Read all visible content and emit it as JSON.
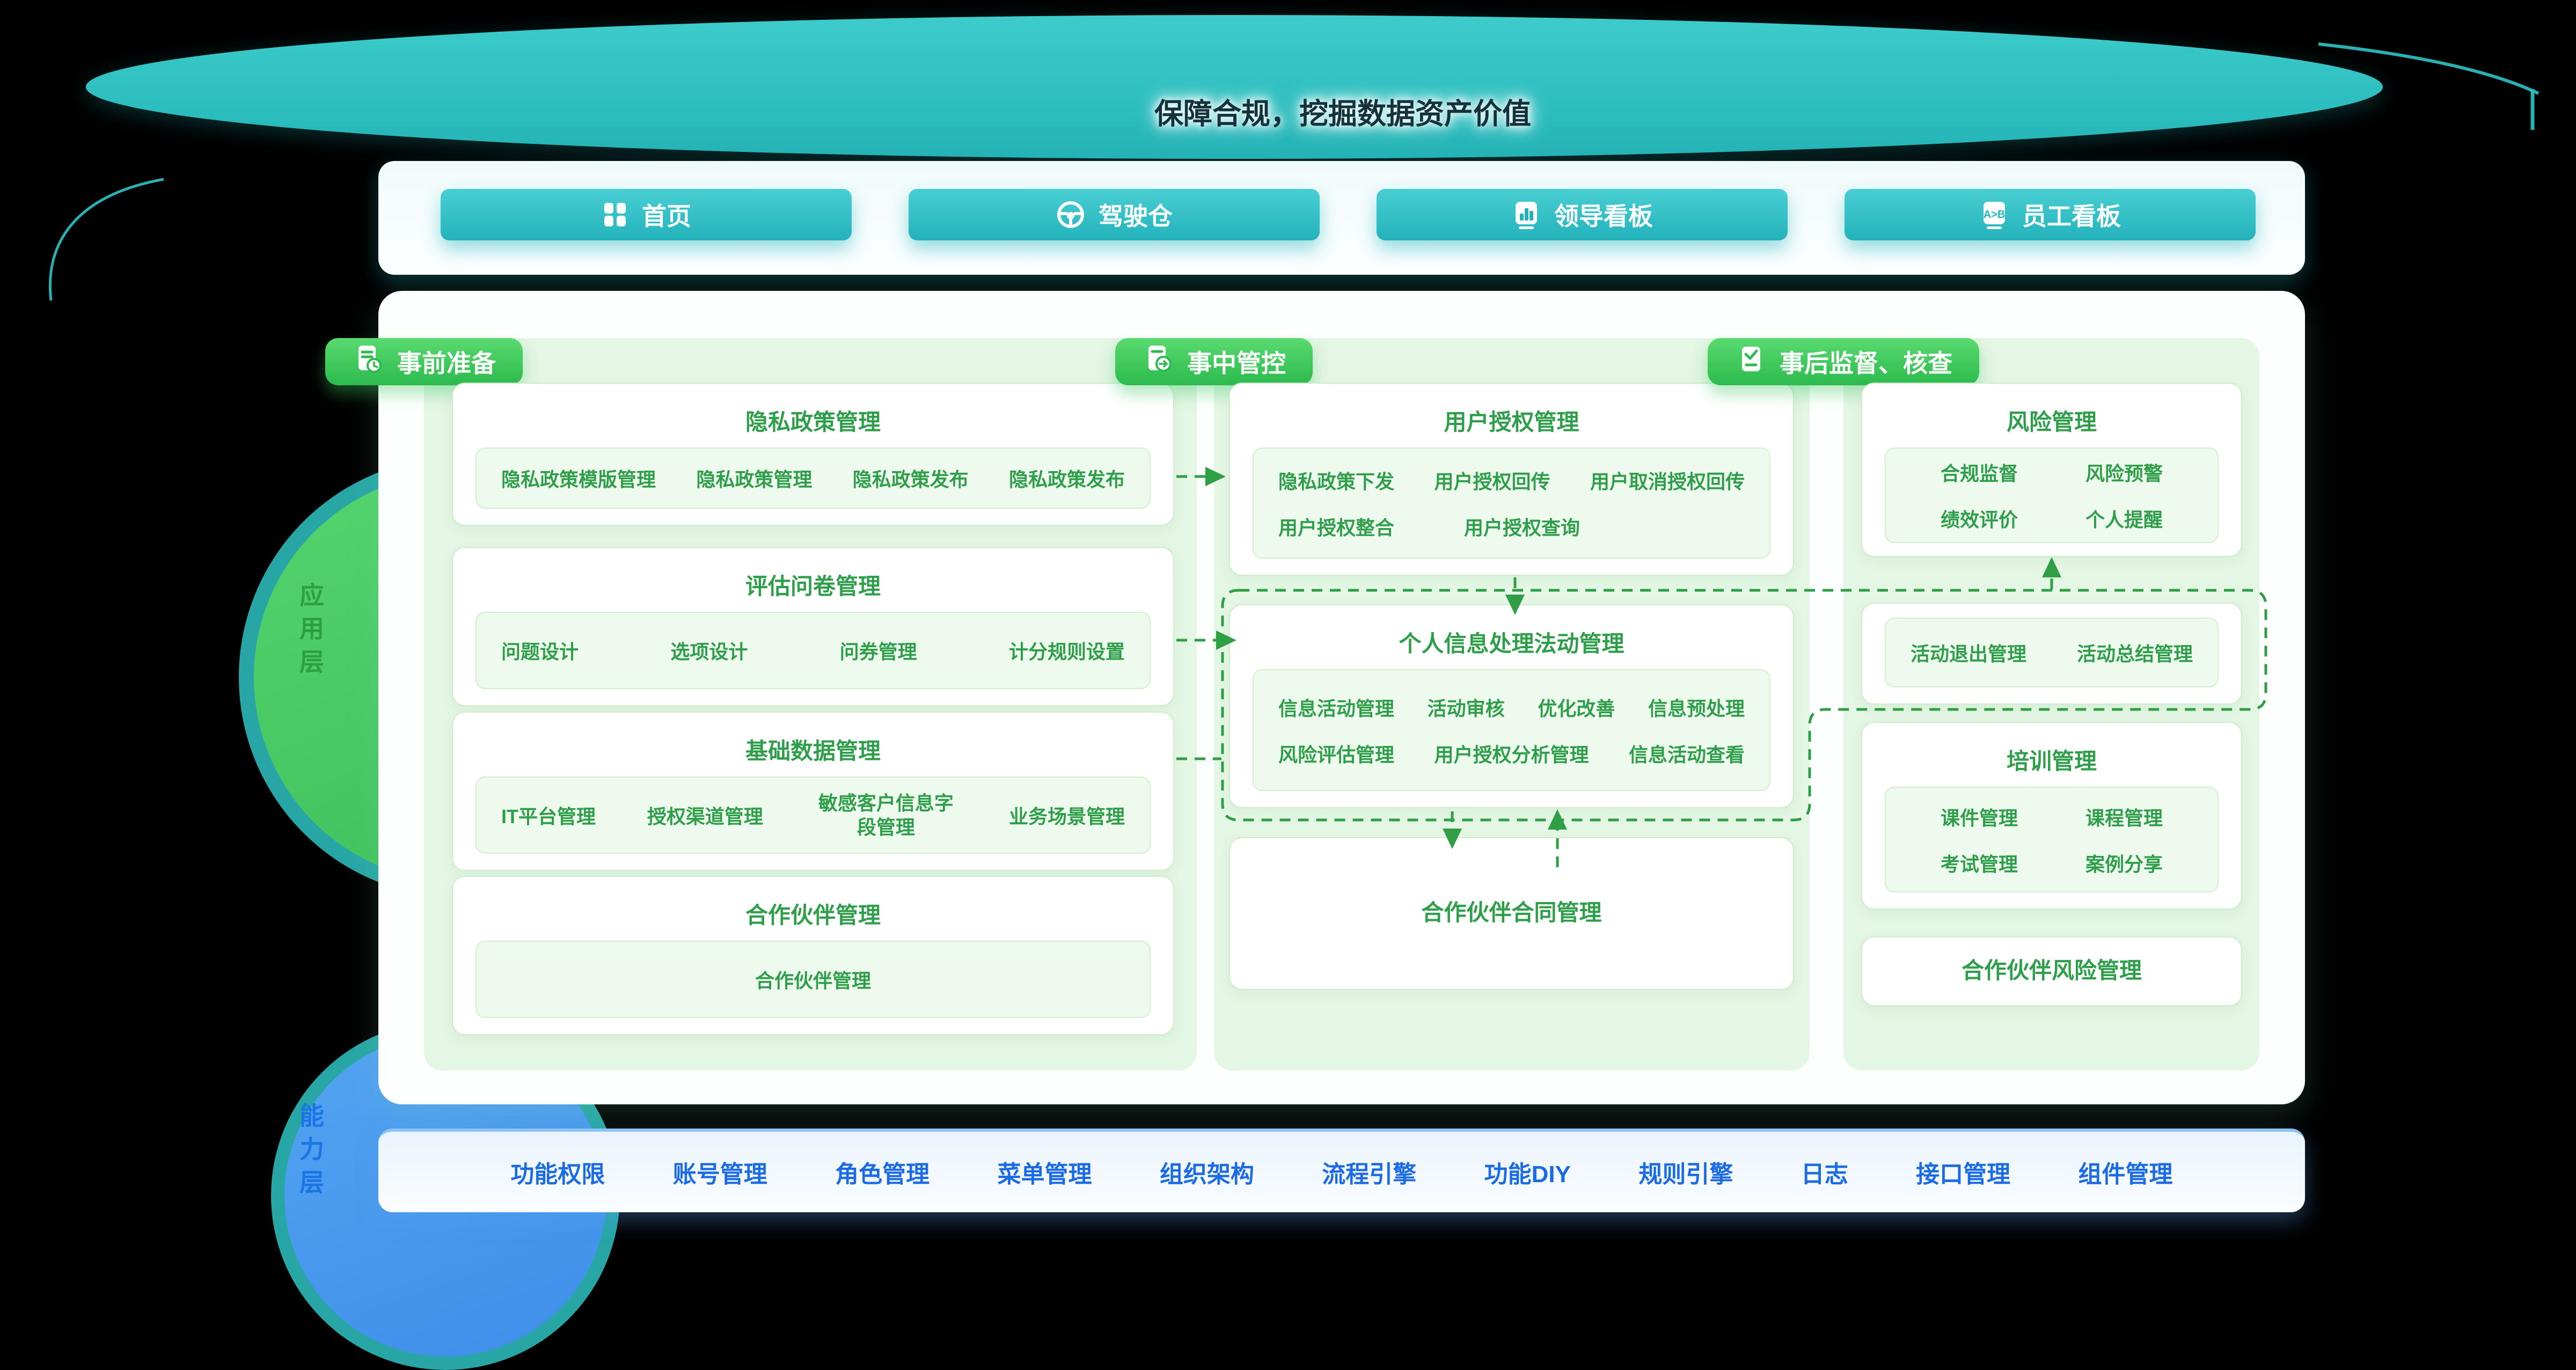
{
  "banner": {
    "title": "保障合规，挖掘数据资产价值"
  },
  "nav": {
    "items": [
      {
        "label": "首页",
        "icon": "grid-icon"
      },
      {
        "label": "驾驶仓",
        "icon": "steering-wheel-icon"
      },
      {
        "label": "领导看板",
        "icon": "bar-chart-icon"
      },
      {
        "label": "员工看板",
        "icon": "a-to-b-icon"
      }
    ]
  },
  "stages": {
    "pre": {
      "badge": "事前准备",
      "icon": "document-clock-icon",
      "panels": {
        "privacy_policy": {
          "title": "隐私政策管理",
          "items": [
            "隐私政策模版管理",
            "隐私政策管理",
            "隐私政策发布",
            "隐私政策发布"
          ]
        },
        "questionnaire": {
          "title": "评估问卷管理",
          "items": [
            "问题设计",
            "选项设计",
            "问券管理",
            "计分规则设置"
          ]
        },
        "base_data": {
          "title": "基础数据管理",
          "items": [
            "IT平台管理",
            "授权渠道管理",
            "敏感客户信息字段管理",
            "业务场景管理"
          ]
        },
        "partner": {
          "title": "合作伙伴管理",
          "items": [
            "合作伙伴管理"
          ]
        }
      }
    },
    "during": {
      "badge": "事中管控",
      "icon": "document-arrow-icon",
      "panels": {
        "user_auth": {
          "title": "用户授权管理",
          "rows": [
            [
              "隐私政策下发",
              "用户授权回传",
              "用户取消授权回传"
            ],
            [
              "用户授权整合",
              "用户授权查询"
            ]
          ]
        },
        "personal_info": {
          "title": "个人信息处理法动管理",
          "rows": [
            [
              "信息活动管理",
              "活动审核",
              "优化改善",
              "信息预处理"
            ],
            [
              "风险评估管理",
              "用户授权分析管理",
              "信息活动查看"
            ]
          ]
        },
        "partner_contract": {
          "title": "合作伙伴合同管理"
        }
      }
    },
    "post": {
      "badge": "事后监督、核查",
      "icon": "clipboard-check-icon",
      "panels": {
        "risk": {
          "title": "风险管理",
          "rows": [
            [
              "合规监督",
              "风险预警"
            ],
            [
              "绩效评价",
              "个人提醒"
            ]
          ]
        },
        "activity_exit": {
          "rows": [
            [
              "活动退出管理",
              "活动总结管理"
            ]
          ]
        },
        "training": {
          "title": "培训管理",
          "rows": [
            [
              "课件管理",
              "课程管理"
            ],
            [
              "考试管理",
              "案例分享"
            ]
          ]
        },
        "partner_risk": {
          "title": "合作伙伴风险管理"
        }
      }
    }
  },
  "bottom_bar": {
    "items": [
      "功能权限",
      "账号管理",
      "角色管理",
      "菜单管理",
      "组织架构",
      "流程引擎",
      "功能DIY",
      "规则引擎",
      "日志",
      "接口管理",
      "组件管理"
    ]
  },
  "layers": {
    "application": "应用层",
    "capability": "能力层"
  },
  "colors": {
    "teal": "#2fc3c3",
    "green_badge": "#2cba4e",
    "green_text": "#2f9e4a",
    "column_bg": "#e4f6e4",
    "blue_text": "#1a6be4",
    "banner_text": "#14323c",
    "app_layer_blob": "#4dcb68",
    "capability_blob": "#4798f0",
    "background": "#000000"
  }
}
